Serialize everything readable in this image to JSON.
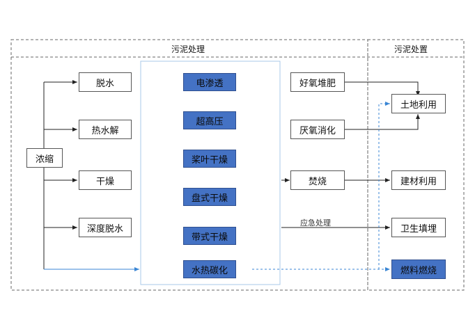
{
  "sections": {
    "treatment_title": "污泥处理",
    "disposal_title": "污泥处置"
  },
  "nodes": {
    "concentration": "浓缩",
    "dewatering": "脱水",
    "thermal_hydrolysis": "热水解",
    "drying": "干燥",
    "deep_dewatering": "深度脱水",
    "electro_osmosis": "电渗透",
    "ultra_high_pressure": "超高压",
    "paddle_drying": "桨叶干燥",
    "disc_drying": "盘式干燥",
    "belt_drying": "带式干燥",
    "hydrothermal_carbonization": "水热碳化",
    "aerobic_composting": "好氧堆肥",
    "anaerobic_digestion": "厌氧消化",
    "incineration": "焚烧",
    "land_use": "土地利用",
    "building_material_use": "建材利用",
    "sanitary_landfill": "卫生填埋",
    "fuel_combustion": "燃料燃烧"
  },
  "edge_labels": {
    "emergency": "应急处理"
  },
  "colors": {
    "tech_fill": "#4472c4",
    "blue_line": "#3a86d4",
    "black_line": "#222222",
    "section_border": "#666666"
  }
}
